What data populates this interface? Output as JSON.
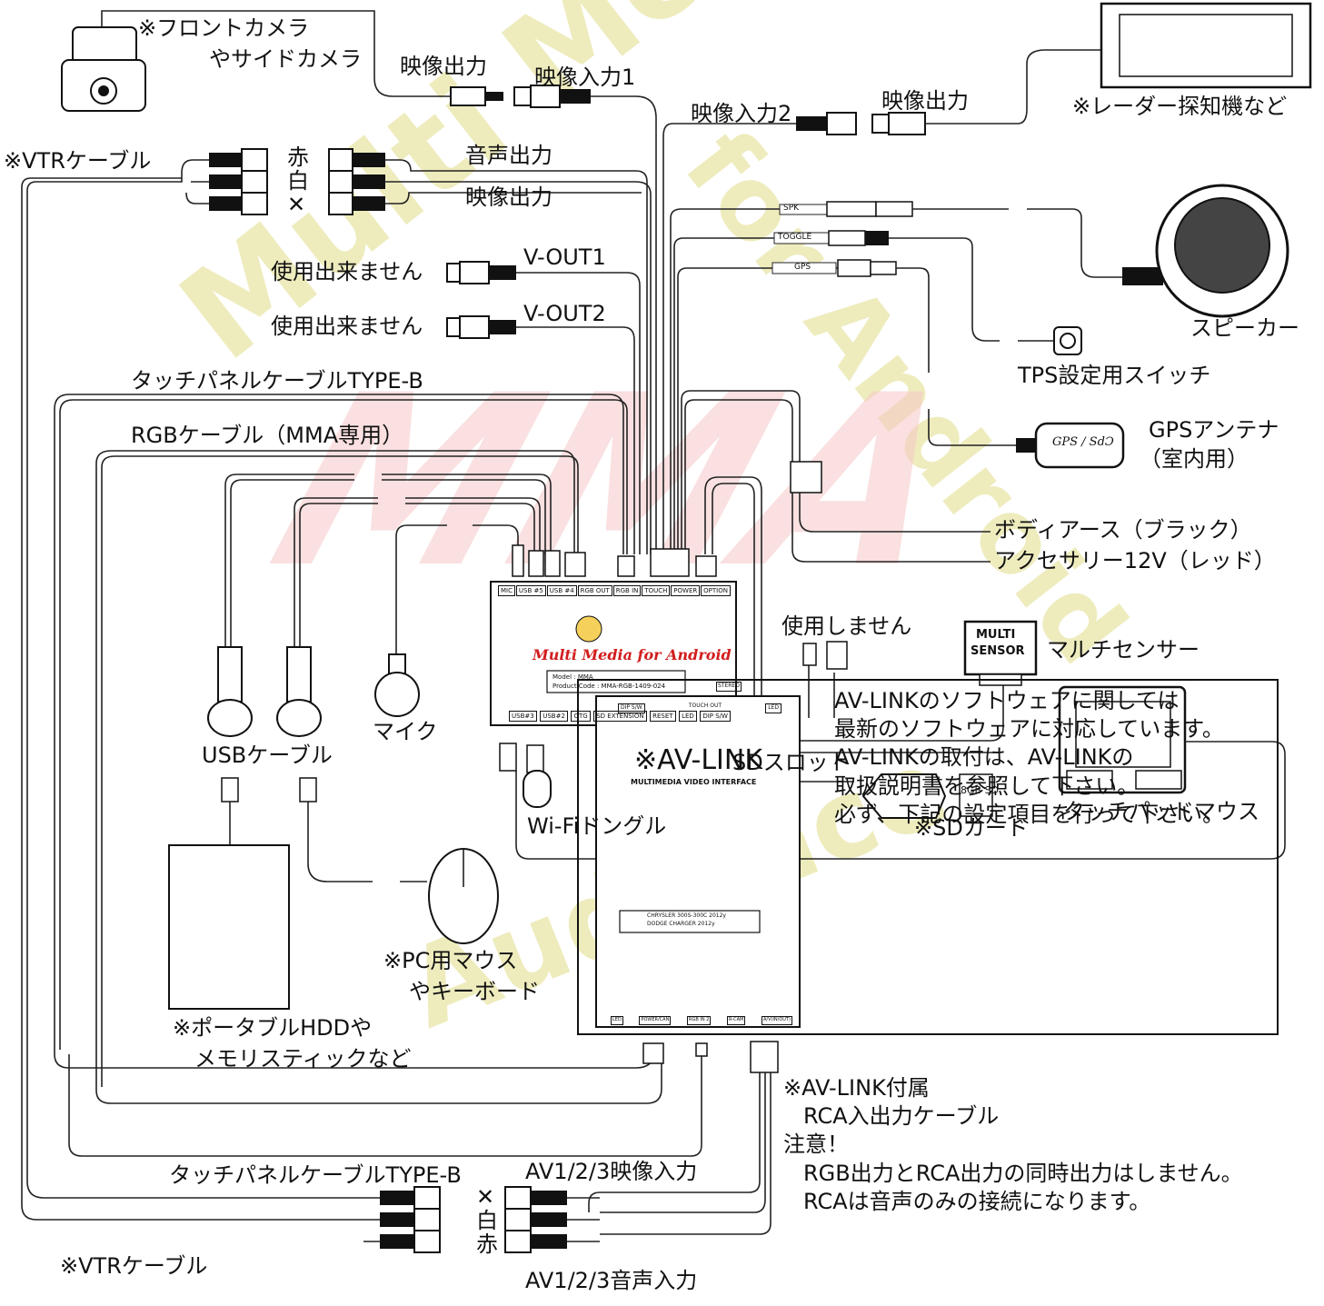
{
  "watermark": {
    "line1": "Multi Media",
    "line2": "for Android",
    "line3": "Audience",
    "logo": "MMA"
  },
  "labels": {
    "front_camera": [
      "※フロントカメラ",
      "やサイドカメラ"
    ],
    "video_out_top": "映像出力",
    "video_in_1": "映像入力1",
    "video_in_2": "映像入力2",
    "video_out_radar": "映像出力",
    "radar": "※レーダー探知機など",
    "vtr_top": "※VTRケーブル",
    "red_top": "赤",
    "white_top": "白",
    "x_top": "✕",
    "audio_out": "音声出力",
    "video_out_mid": "映像出力",
    "unusable_1": "使用出来ません",
    "vout1": "V-OUT1",
    "unusable_2": "使用出来ません",
    "vout2": "V-OUT2",
    "touch_cable_top": "タッチパネルケーブルTYPE-B",
    "rgb_cable": "RGBケーブル（MMA専用）",
    "speaker": "スピーカー",
    "tps_switch": "TPS設定用スイッチ",
    "gps_antenna": [
      "GPSアンテナ",
      "（室内用）"
    ],
    "gps_badge": "GPS / SdƆ",
    "body_earth": "ボディアース（ブラック）",
    "acc": "アクセサリー12V（レッド）",
    "not_used": "使用しません",
    "multi_sensor_box": [
      "MULTI",
      "SENSOR"
    ],
    "multi_sensor": "マルチセンサー",
    "usb_cable": "USBケーブル",
    "mic": "マイク",
    "sd_slot": "SDスロット",
    "sd_card_badge": "8GB SD",
    "sd_card": "※SDカード",
    "touchpad": "タッチパッドマウス",
    "wifi": "Wi-Fiドングル",
    "hdd": [
      "※ポータブルHDDや",
      "メモリスティックなど"
    ],
    "pc_mouse": [
      "※PC用マウス",
      "やキーボード"
    ],
    "touch_cable_bottom": "タッチパネルケーブルTYPE-B",
    "av_link_note": [
      "※AV-LINK付属",
      "RCA入出力ケーブル",
      "注意！",
      "RGB出力とRCA出力の同時出力はしません。",
      "RCAは音声のみの接続になります。"
    ],
    "av_in_video": "AV1/2/3映像入力",
    "av_in_audio": "AV1/2/3音声入力",
    "x_bottom": "✕",
    "white_bottom": "白",
    "red_bottom": "赤",
    "vtr_bottom": "※VTRケーブル",
    "wire_spk": "SPK",
    "wire_toggle": "TOGGLE",
    "wire_gps": "GPS"
  },
  "mma_unit": {
    "top_ports": [
      "MIC",
      "USB #5",
      "USB #4",
      "RGB OUT",
      "RGB IN",
      "TOUCH",
      "POWER",
      "OPTION"
    ],
    "brand": "Multi Media for Android",
    "model": "Model : MMA",
    "product_code": "Product Code : MMA-RGB-1409-024",
    "bottom_ports": [
      "USB#3",
      "USB#2",
      "OTG",
      "SD EXTENSION",
      "RESET",
      "LED",
      "DIP S/W",
      "STEREO"
    ]
  },
  "av_link_unit": {
    "title": "※AV-LINK",
    "subtitle": "MULTIMEDIA VIDEO INTERFACE",
    "model_line1": "CHRYSLER 300S-300C 2012y",
    "model_line2": "DODGE CHARGER 2012y",
    "top_ports": [
      "DIP S/W",
      "TOUCH OUT",
      "LED"
    ],
    "bottom_ports": [
      "LED",
      "POWER/CAN",
      "RGB IN 2",
      "R-CAM",
      "A/V(IN/OUT)"
    ]
  },
  "info_box": [
    "AV-LINKのソフトウェアに関しては",
    "最新のソフトウェアに対応しています。",
    "AV-LINKの取付は、AV-LINKの",
    "取扱説明書を参照して下さい。",
    "必ず、下記の設定項目を行って下さい。"
  ],
  "colors": {
    "watermark": "#e9e6a8",
    "logo_red": "#e33b3b",
    "line": "#222222"
  }
}
